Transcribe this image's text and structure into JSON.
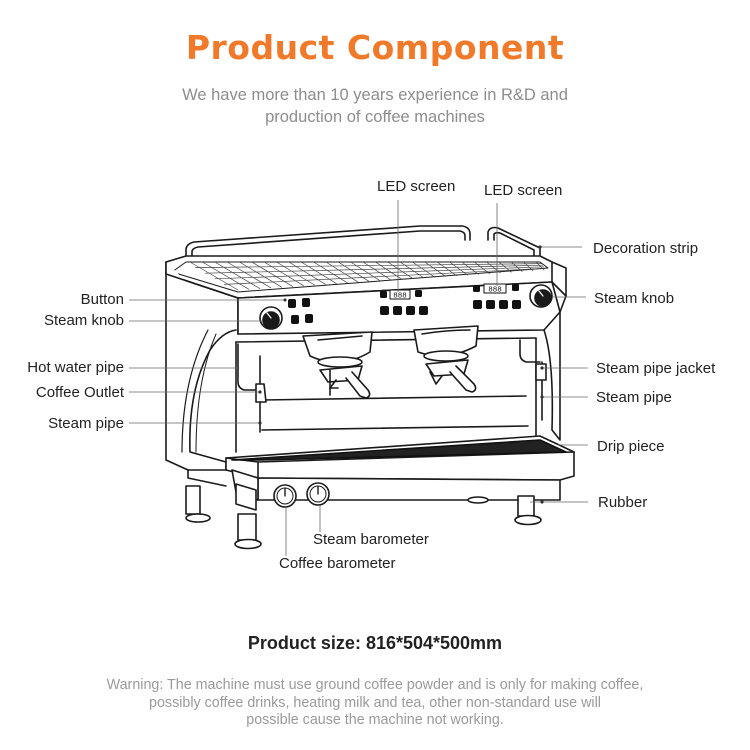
{
  "title": "Product Component",
  "accent_color": "#f07a2a",
  "subtitle": {
    "line1": "We have more than 10 years experience in R&D and",
    "line2": "production of coffee machines"
  },
  "labels": {
    "led_screen_left": "LED screen",
    "led_screen_right": "LED screen",
    "decoration_strip": "Decoration strip",
    "button": "Button",
    "steam_knob_left": "Steam knob",
    "steam_knob_right": "Steam knob",
    "hot_water_pipe": "Hot water pipe",
    "coffee_outlet": "Coffee Outlet",
    "steam_pipe_left": "Steam pipe",
    "steam_pipe_jacket": "Steam pipe jacket",
    "steam_pipe_right": "Steam pipe",
    "drip_piece": "Drip piece",
    "rubber": "Rubber",
    "steam_barometer": "Steam barometer",
    "coffee_barometer": "Coffee barometer"
  },
  "product_size": "Product size: 816*504*500mm",
  "warning": {
    "line1": "Warning: The machine must use ground coffee powder and is only for making coffee,",
    "line2": "possibly coffee drinks, heating milk and tea, other non-standard use will",
    "line3": "possible cause the machine not working."
  },
  "display_digits": "888"
}
